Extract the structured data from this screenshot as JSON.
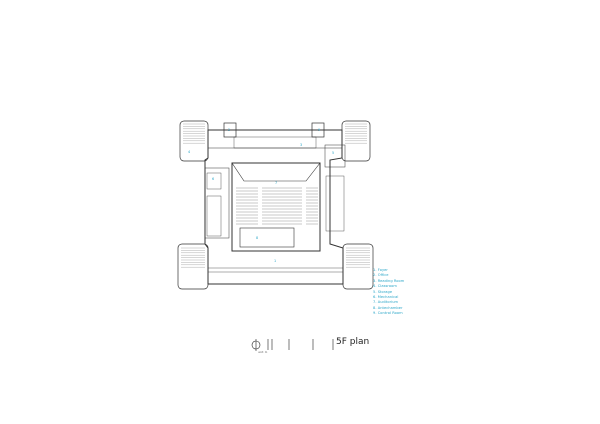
{
  "plan_title": "5F plan",
  "scale_caption": "unit: m",
  "legend": [
    "1. Foyer",
    "2. Office",
    "3. Reading Room",
    "4. Classroom",
    "5. Storage",
    "6. Mechanical",
    "7. Auditorium",
    "8. Antechamber",
    "9. Control Room"
  ],
  "room_tags": [
    {
      "id": "r1",
      "label": "1"
    },
    {
      "id": "r2",
      "label": "2"
    },
    {
      "id": "r3",
      "label": "3"
    },
    {
      "id": "r4",
      "label": "4"
    },
    {
      "id": "r5",
      "label": "5"
    },
    {
      "id": "r6",
      "label": "6"
    },
    {
      "id": "r7",
      "label": "7"
    },
    {
      "id": "r8",
      "label": "8"
    },
    {
      "id": "r9",
      "label": "9"
    }
  ],
  "colors": {
    "linework": "#333333",
    "accent": "#2aa6c8",
    "stair": "#777777"
  }
}
